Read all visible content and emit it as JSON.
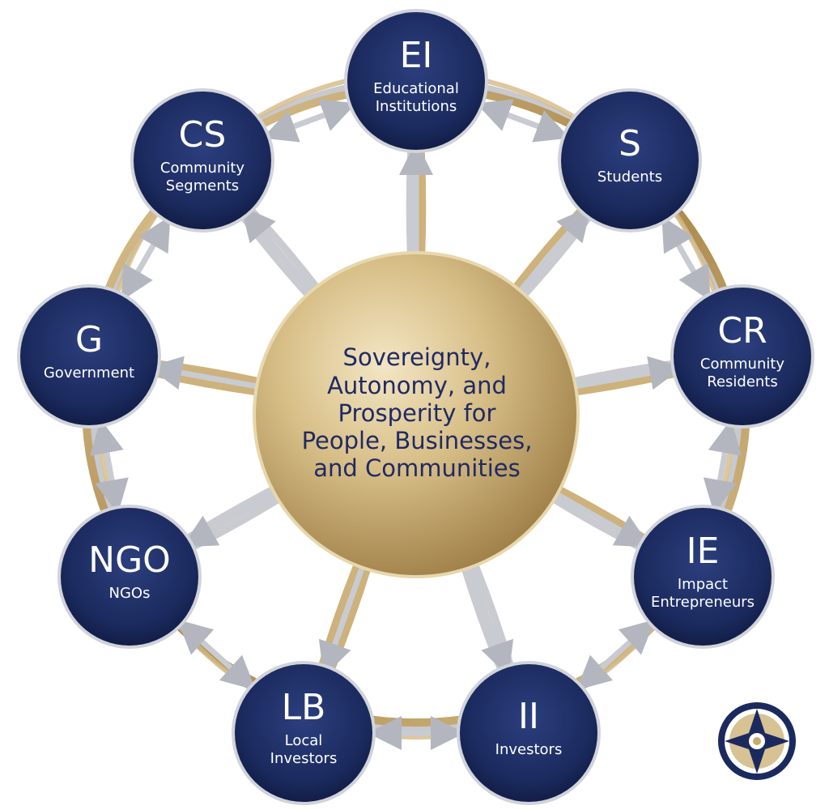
{
  "center": {
    "text": "Sovereignty,\nAutonomy, and\nProsperity for\nPeople, Businesses,\nand Communities"
  },
  "nodes": [
    {
      "id": "ei",
      "abbr": "EI",
      "name": "Educational\nInstitutions"
    },
    {
      "id": "s",
      "abbr": "S",
      "name": "Students"
    },
    {
      "id": "cr",
      "abbr": "CR",
      "name": "Community\nResidents"
    },
    {
      "id": "ie",
      "abbr": "IE",
      "name": "Impact\nEntrepreneurs"
    },
    {
      "id": "ii",
      "abbr": "II",
      "name": "Investors"
    },
    {
      "id": "lb",
      "abbr": "LB",
      "name": "Local\nInvestors"
    },
    {
      "id": "ngo",
      "abbr": "NGO",
      "name": "NGOs"
    },
    {
      "id": "g",
      "abbr": "G",
      "name": "Government"
    },
    {
      "id": "cs",
      "abbr": "CS",
      "name": "Community\nSegments"
    }
  ],
  "colors": {
    "node_fill": "#1b2a5e",
    "node_ring": "#c9ccd6",
    "gold": "#c8aa6e",
    "silver": "#c2c4ca",
    "center_text": "#1f2a63"
  },
  "icons": {
    "logo": "compass-star-logo-icon"
  }
}
